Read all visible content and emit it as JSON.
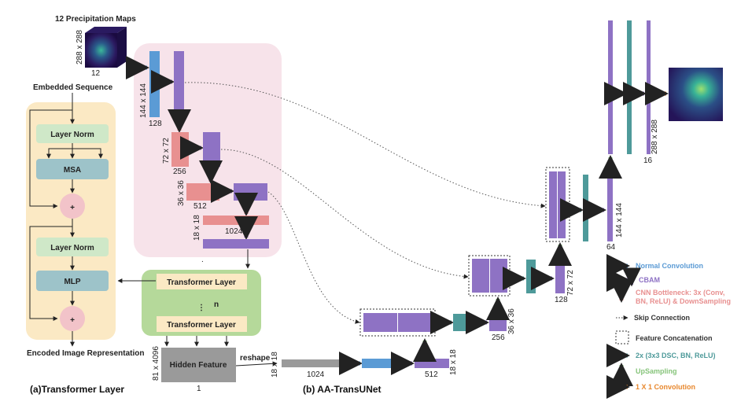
{
  "colors": {
    "normal_conv": "#5b9bd5",
    "cbam": "#8e72c4",
    "bottleneck": "#e89090",
    "skip": "#555555",
    "dsc": "#4e9a9a",
    "upsampling": "#86c47a",
    "one_by_one": "#e8882e",
    "transformer_panel": "#fbe9c4",
    "encoder_panel": "#f7e3ea",
    "transformer_stack": "#b5d99a",
    "layernorm_box": "#cfe8c8",
    "msa_box": "#9dc3c9",
    "plus_circle": "#f2c3c9",
    "hidden_feature": "#9a9a9a"
  },
  "input": {
    "title": "12 Precipitation Maps",
    "size": "288 x 288",
    "depth": "12"
  },
  "transformer_layer": {
    "top_label": "Embedded Sequence",
    "layer_norm_1": "Layer Norm",
    "msa": "MSA",
    "plus_1": "+",
    "layer_norm_2": "Layer Norm",
    "mlp": "MLP",
    "plus_2": "+",
    "bottom_label": "Encoded Image Representation",
    "caption": "(a)Transformer Layer"
  },
  "encoder": {
    "l1_size": "144 x 144",
    "l1_ch": "128",
    "l2_size": "72 x 72",
    "l2_ch": "256",
    "l3_size": "36 x 36",
    "l3_ch": "512",
    "l4_size": "18 x 18",
    "l4_ch": "1024"
  },
  "transformer_stack": {
    "top": "Transformer Layer",
    "dots": "⋮",
    "n": "n",
    "bottom": "Transformer Layer"
  },
  "hidden": {
    "label": "Hidden Feature",
    "size": "81 x 4096",
    "sub": "1",
    "reshape": "reshape",
    "reshape_size": "18 x 18",
    "reshape_ch": "1024"
  },
  "decoder": {
    "d1_ch": "512",
    "d1_size": "18 x 18",
    "d2_ch": "256",
    "d2_size": "36 x 36",
    "d3_ch": "128",
    "d3_size": "72 x 72",
    "d4_ch": "64",
    "d4_size": "144 x 144",
    "out_ch": "16",
    "out_size": "288 x 288"
  },
  "caption_b": "(b) AA-TransUNet",
  "legend": [
    {
      "label": "Normal Convolution",
      "color": "#5b9bd5"
    },
    {
      "label": "CBAM",
      "color": "#8e72c4"
    },
    {
      "label": "CNN Bottleneck: 3x (Conv,",
      "label2": "BN, ReLU) & DownSampling",
      "color": "#e89090"
    },
    {
      "label": "Skip Connection",
      "color": "#333333"
    },
    {
      "label": "Feature Concatenation",
      "color": "#333333"
    },
    {
      "label": "2x (3x3 DSC, BN, ReLU)",
      "color": "#4e9a9a"
    },
    {
      "label": "UpSampling",
      "color": "#86c47a"
    },
    {
      "label": "1 X 1 Convolution",
      "color": "#e8882e"
    }
  ]
}
